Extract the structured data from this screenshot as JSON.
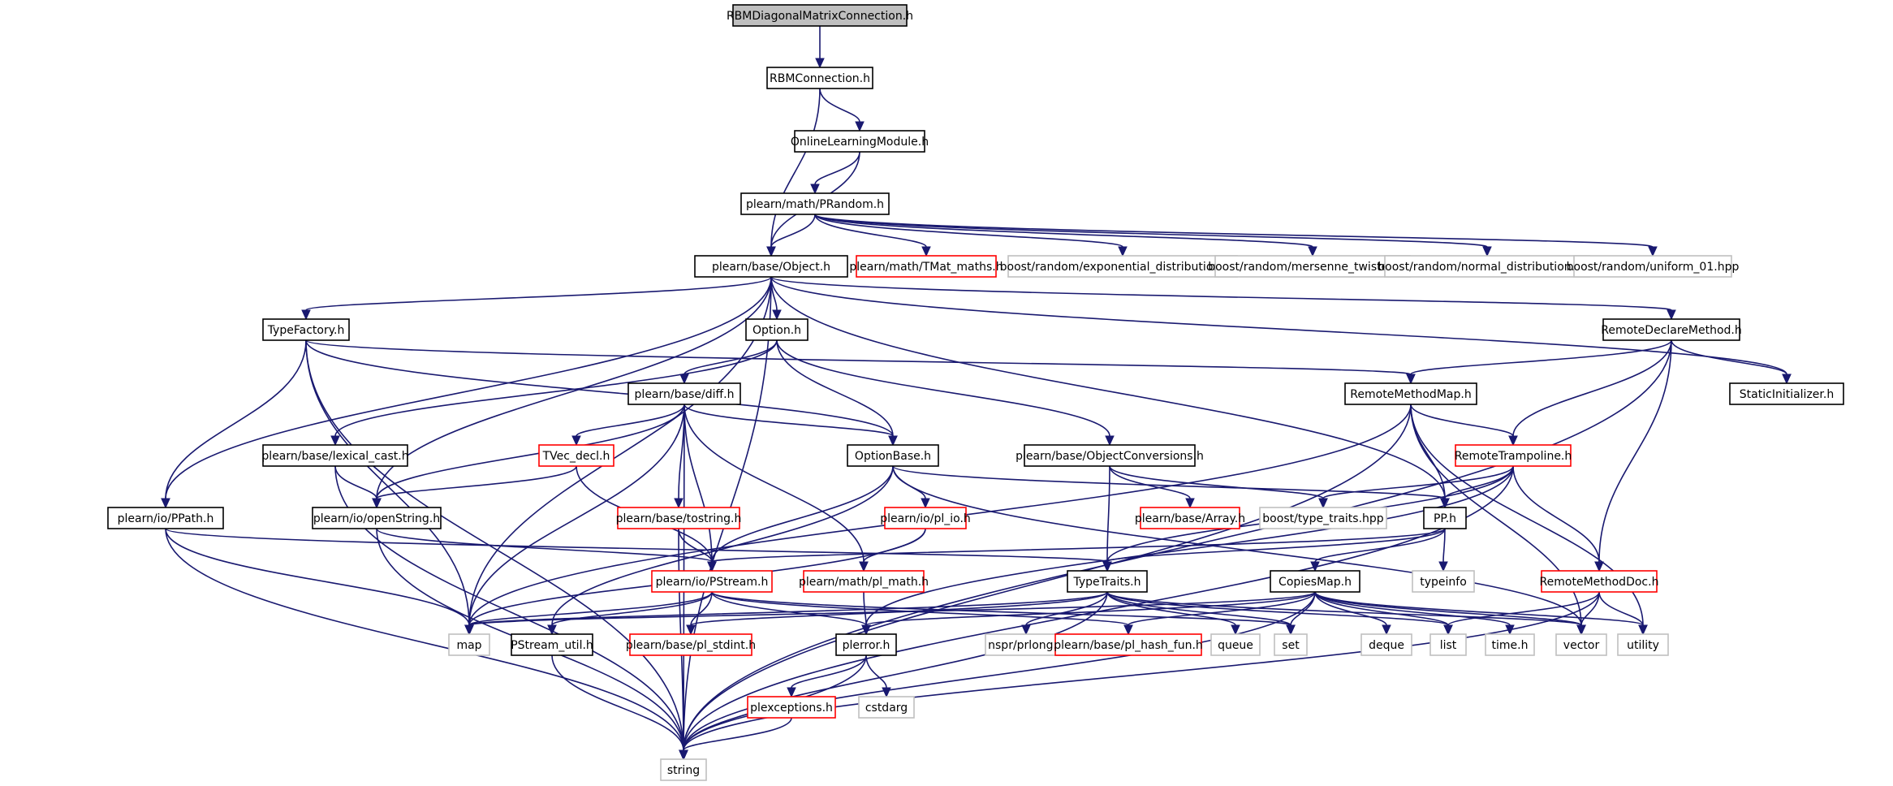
{
  "colors": {
    "edge": "#191970",
    "root_fill": "#bfbfbf",
    "root_border": "#000000",
    "documented_border": "#000000",
    "truncated_border": "#ff0000",
    "external_border": "#bfbfbf",
    "node_fill": "#ffffff",
    "text": "#000000"
  },
  "diagram": {
    "nodes": [
      {
        "id": "n_rbmdiag",
        "label": "RBMDiagonalMatrixConnection.h",
        "kind": "root"
      },
      {
        "id": "n_rbmconn",
        "label": "RBMConnection.h",
        "kind": "documented"
      },
      {
        "id": "n_online",
        "label": "OnlineLearningModule.h",
        "kind": "documented"
      },
      {
        "id": "n_prandom",
        "label": "plearn/math/PRandom.h",
        "kind": "documented"
      },
      {
        "id": "n_object",
        "label": "plearn/base/Object.h",
        "kind": "documented"
      },
      {
        "id": "n_tmat",
        "label": "plearn/math/TMat_maths.h",
        "kind": "truncated"
      },
      {
        "id": "n_expdist",
        "label": "boost/random/exponential_distribution.hpp",
        "kind": "external"
      },
      {
        "id": "n_mersenne",
        "label": "boost/random/mersenne_twister.hpp",
        "kind": "external"
      },
      {
        "id": "n_normdist",
        "label": "boost/random/normal_distribution.hpp",
        "kind": "external"
      },
      {
        "id": "n_uniform",
        "label": "boost/random/uniform_01.hpp",
        "kind": "external"
      },
      {
        "id": "n_typefactory",
        "label": "TypeFactory.h",
        "kind": "documented"
      },
      {
        "id": "n_option",
        "label": "Option.h",
        "kind": "documented"
      },
      {
        "id": "n_remotedecl",
        "label": "RemoteDeclareMethod.h",
        "kind": "documented"
      },
      {
        "id": "n_diff",
        "label": "plearn/base/diff.h",
        "kind": "documented"
      },
      {
        "id": "n_remotemap",
        "label": "RemoteMethodMap.h",
        "kind": "documented"
      },
      {
        "id": "n_static",
        "label": "StaticInitializer.h",
        "kind": "documented"
      },
      {
        "id": "n_lexical",
        "label": "plearn/base/lexical_cast.h",
        "kind": "documented"
      },
      {
        "id": "n_tvec",
        "label": "TVec_decl.h",
        "kind": "truncated"
      },
      {
        "id": "n_optionbase",
        "label": "OptionBase.h",
        "kind": "documented"
      },
      {
        "id": "n_objconv",
        "label": "plearn/base/ObjectConversions.h",
        "kind": "documented"
      },
      {
        "id": "n_trampoline",
        "label": "RemoteTrampoline.h",
        "kind": "truncated"
      },
      {
        "id": "n_ppath",
        "label": "plearn/io/PPath.h",
        "kind": "documented"
      },
      {
        "id": "n_openstring",
        "label": "plearn/io/openString.h",
        "kind": "documented"
      },
      {
        "id": "n_tostring",
        "label": "plearn/base/tostring.h",
        "kind": "truncated"
      },
      {
        "id": "n_plio",
        "label": "plearn/io/pl_io.h",
        "kind": "truncated"
      },
      {
        "id": "n_array",
        "label": "plearn/base/Array.h",
        "kind": "truncated"
      },
      {
        "id": "n_typetraitshpp",
        "label": "boost/type_traits.hpp",
        "kind": "external"
      },
      {
        "id": "n_pp",
        "label": "PP.h",
        "kind": "documented"
      },
      {
        "id": "n_typeinfo",
        "label": "typeinfo",
        "kind": "external"
      },
      {
        "id": "n_pstream",
        "label": "plearn/io/PStream.h",
        "kind": "truncated"
      },
      {
        "id": "n_plmath",
        "label": "plearn/math/pl_math.h",
        "kind": "truncated"
      },
      {
        "id": "n_typetraits",
        "label": "TypeTraits.h",
        "kind": "documented"
      },
      {
        "id": "n_copiesmap",
        "label": "CopiesMap.h",
        "kind": "documented"
      },
      {
        "id": "n_remotedoc",
        "label": "RemoteMethodDoc.h",
        "kind": "truncated"
      },
      {
        "id": "n_map",
        "label": "map",
        "kind": "external"
      },
      {
        "id": "n_pstreamutil",
        "label": "PStream_util.h",
        "kind": "documented"
      },
      {
        "id": "n_stdint",
        "label": "plearn/base/pl_stdint.h",
        "kind": "truncated"
      },
      {
        "id": "n_plerror",
        "label": "plerror.h",
        "kind": "documented"
      },
      {
        "id": "n_prlong",
        "label": "nspr/prlong.h",
        "kind": "external"
      },
      {
        "id": "n_hashfun",
        "label": "plearn/base/pl_hash_fun.h",
        "kind": "truncated"
      },
      {
        "id": "n_queue",
        "label": "queue",
        "kind": "external"
      },
      {
        "id": "n_set",
        "label": "set",
        "kind": "external"
      },
      {
        "id": "n_deque",
        "label": "deque",
        "kind": "external"
      },
      {
        "id": "n_list",
        "label": "list",
        "kind": "external"
      },
      {
        "id": "n_time",
        "label": "time.h",
        "kind": "external"
      },
      {
        "id": "n_vector",
        "label": "vector",
        "kind": "external"
      },
      {
        "id": "n_utility",
        "label": "utility",
        "kind": "external"
      },
      {
        "id": "n_plexceptions",
        "label": "plexceptions.h",
        "kind": "truncated"
      },
      {
        "id": "n_cstdarg",
        "label": "cstdarg",
        "kind": "external"
      },
      {
        "id": "n_string",
        "label": "string",
        "kind": "external"
      }
    ],
    "edges": [
      [
        "n_rbmdiag",
        "n_rbmconn"
      ],
      [
        "n_rbmconn",
        "n_online"
      ],
      [
        "n_rbmconn",
        "n_object"
      ],
      [
        "n_online",
        "n_object"
      ],
      [
        "n_online",
        "n_prandom"
      ],
      [
        "n_prandom",
        "n_object"
      ],
      [
        "n_prandom",
        "n_tmat"
      ],
      [
        "n_prandom",
        "n_expdist"
      ],
      [
        "n_prandom",
        "n_mersenne"
      ],
      [
        "n_prandom",
        "n_normdist"
      ],
      [
        "n_prandom",
        "n_uniform"
      ],
      [
        "n_object",
        "n_typefactory"
      ],
      [
        "n_object",
        "n_option"
      ],
      [
        "n_object",
        "n_remotedecl"
      ],
      [
        "n_object",
        "n_static"
      ],
      [
        "n_object",
        "n_ppath"
      ],
      [
        "n_object",
        "n_openstring"
      ],
      [
        "n_object",
        "n_pp"
      ],
      [
        "n_object",
        "n_map"
      ],
      [
        "n_object",
        "n_string"
      ],
      [
        "n_typefactory",
        "n_remotemap"
      ],
      [
        "n_typefactory",
        "n_optionbase"
      ],
      [
        "n_typefactory",
        "n_ppath"
      ],
      [
        "n_typefactory",
        "n_map"
      ],
      [
        "n_typefactory",
        "n_string"
      ],
      [
        "n_option",
        "n_diff"
      ],
      [
        "n_option",
        "n_optionbase"
      ],
      [
        "n_option",
        "n_lexical"
      ],
      [
        "n_option",
        "n_objconv"
      ],
      [
        "n_remotedecl",
        "n_remotemap"
      ],
      [
        "n_remotedecl",
        "n_static"
      ],
      [
        "n_remotedecl",
        "n_trampoline"
      ],
      [
        "n_remotedecl",
        "n_remotedoc"
      ],
      [
        "n_remotedecl",
        "n_string"
      ],
      [
        "n_diff",
        "n_optionbase"
      ],
      [
        "n_diff",
        "n_tvec"
      ],
      [
        "n_diff",
        "n_tostring"
      ],
      [
        "n_diff",
        "n_pstream"
      ],
      [
        "n_diff",
        "n_plmath"
      ],
      [
        "n_diff",
        "n_openstring"
      ],
      [
        "n_diff",
        "n_map"
      ],
      [
        "n_diff",
        "n_string"
      ],
      [
        "n_remotemap",
        "n_trampoline"
      ],
      [
        "n_remotemap",
        "n_pp"
      ],
      [
        "n_remotemap",
        "n_map"
      ],
      [
        "n_remotemap",
        "n_string"
      ],
      [
        "n_remotemap",
        "n_utility"
      ],
      [
        "n_remotemap",
        "n_vector"
      ],
      [
        "n_lexical",
        "n_openstring"
      ],
      [
        "n_lexical",
        "n_string"
      ],
      [
        "n_tvec",
        "n_openstring"
      ],
      [
        "n_tvec",
        "n_pstream"
      ],
      [
        "n_optionbase",
        "n_pp"
      ],
      [
        "n_optionbase",
        "n_plio"
      ],
      [
        "n_optionbase",
        "n_pstream"
      ],
      [
        "n_optionbase",
        "n_pstreamutil"
      ],
      [
        "n_optionbase",
        "n_vector"
      ],
      [
        "n_objconv",
        "n_typetraits"
      ],
      [
        "n_objconv",
        "n_array"
      ],
      [
        "n_objconv",
        "n_typetraitshpp"
      ],
      [
        "n_trampoline",
        "n_pp"
      ],
      [
        "n_trampoline",
        "n_typetraitshpp"
      ],
      [
        "n_trampoline",
        "n_remotedoc"
      ],
      [
        "n_trampoline",
        "n_typetraits"
      ],
      [
        "n_trampoline",
        "n_plerror"
      ],
      [
        "n_trampoline",
        "n_string"
      ],
      [
        "n_ppath",
        "n_typetraits"
      ],
      [
        "n_ppath",
        "n_map"
      ],
      [
        "n_ppath",
        "n_string"
      ],
      [
        "n_openstring",
        "n_pstream"
      ],
      [
        "n_openstring",
        "n_string"
      ],
      [
        "n_tostring",
        "n_pstream"
      ],
      [
        "n_tostring",
        "n_string"
      ],
      [
        "n_plio",
        "n_plmath"
      ],
      [
        "n_plio",
        "n_map"
      ],
      [
        "n_pp",
        "n_typeinfo"
      ],
      [
        "n_pp",
        "n_copiesmap"
      ],
      [
        "n_pp",
        "n_typetraits"
      ],
      [
        "n_pp",
        "n_pstream"
      ],
      [
        "n_pstream",
        "n_map"
      ],
      [
        "n_pstream",
        "n_pstreamutil"
      ],
      [
        "n_pstream",
        "n_stdint"
      ],
      [
        "n_pstream",
        "n_plerror"
      ],
      [
        "n_pstream",
        "n_hashfun"
      ],
      [
        "n_pstream",
        "n_set"
      ],
      [
        "n_plmath",
        "n_plerror"
      ],
      [
        "n_typetraits",
        "n_map"
      ],
      [
        "n_typetraits",
        "n_stdint"
      ],
      [
        "n_typetraits",
        "n_prlong"
      ],
      [
        "n_typetraits",
        "n_queue"
      ],
      [
        "n_typetraits",
        "n_set"
      ],
      [
        "n_typetraits",
        "n_list"
      ],
      [
        "n_typetraits",
        "n_vector"
      ],
      [
        "n_typetraits",
        "n_string"
      ],
      [
        "n_copiesmap",
        "n_map"
      ],
      [
        "n_copiesmap",
        "n_plerror"
      ],
      [
        "n_copiesmap",
        "n_hashfun"
      ],
      [
        "n_copiesmap",
        "n_set"
      ],
      [
        "n_copiesmap",
        "n_deque"
      ],
      [
        "n_copiesmap",
        "n_list"
      ],
      [
        "n_copiesmap",
        "n_time"
      ],
      [
        "n_copiesmap",
        "n_vector"
      ],
      [
        "n_copiesmap",
        "n_utility"
      ],
      [
        "n_copiesmap",
        "n_string"
      ],
      [
        "n_remotedoc",
        "n_list"
      ],
      [
        "n_remotedoc",
        "n_vector"
      ],
      [
        "n_remotedoc",
        "n_utility"
      ],
      [
        "n_remotedoc",
        "n_string"
      ],
      [
        "n_pstreamutil",
        "n_string"
      ],
      [
        "n_plerror",
        "n_plexceptions"
      ],
      [
        "n_plerror",
        "n_cstdarg"
      ],
      [
        "n_plerror",
        "n_string"
      ],
      [
        "n_plexceptions",
        "n_string"
      ]
    ]
  }
}
